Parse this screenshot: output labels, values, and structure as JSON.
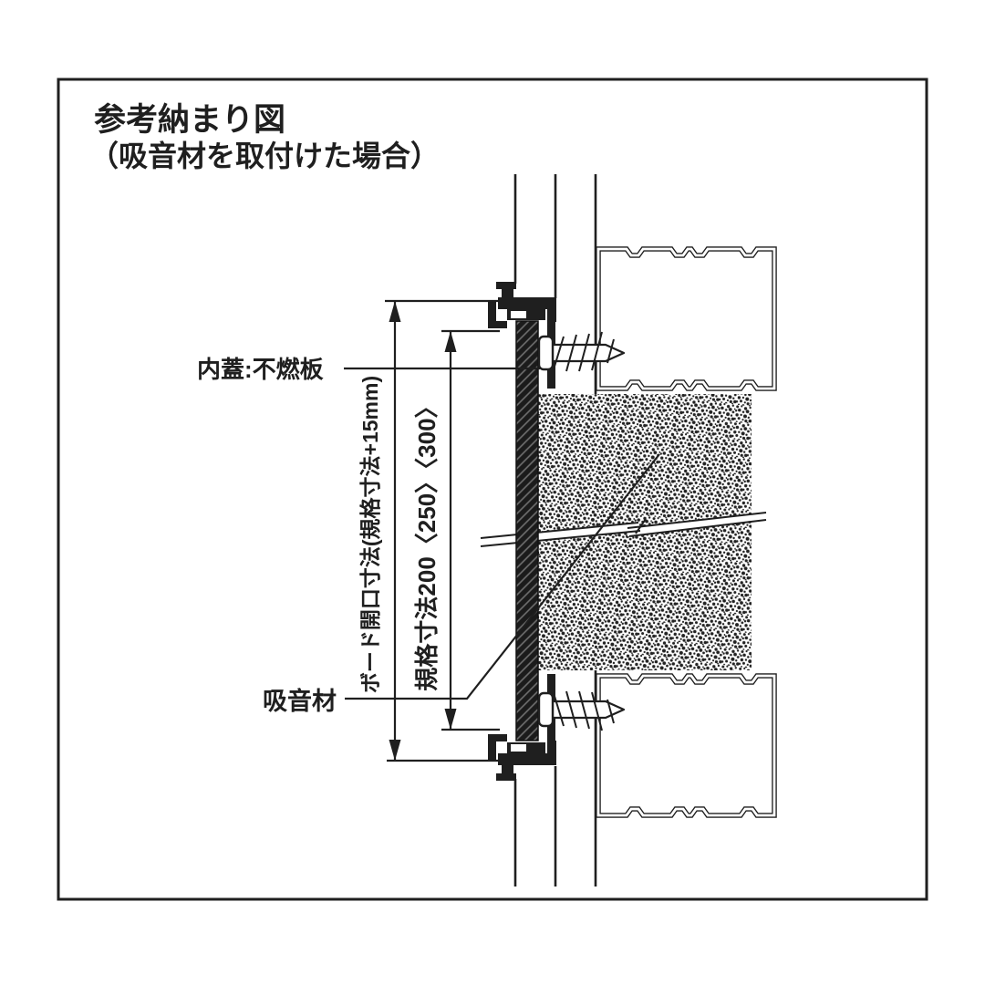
{
  "figure": {
    "title_line1": "参考納まり図",
    "title_line2": "（吸音材を取付けた場合）",
    "labels": {
      "inner_lid": "内蓋:不燃板",
      "sound_absorber": "吸音材"
    },
    "dimensions": {
      "board_opening": "ボード開口寸法(規格寸法+15mm)",
      "standard_size": "規格寸法200〈250〉〈300〉"
    },
    "colors": {
      "ink": "#1f1f1f",
      "background": "#ffffff"
    }
  }
}
